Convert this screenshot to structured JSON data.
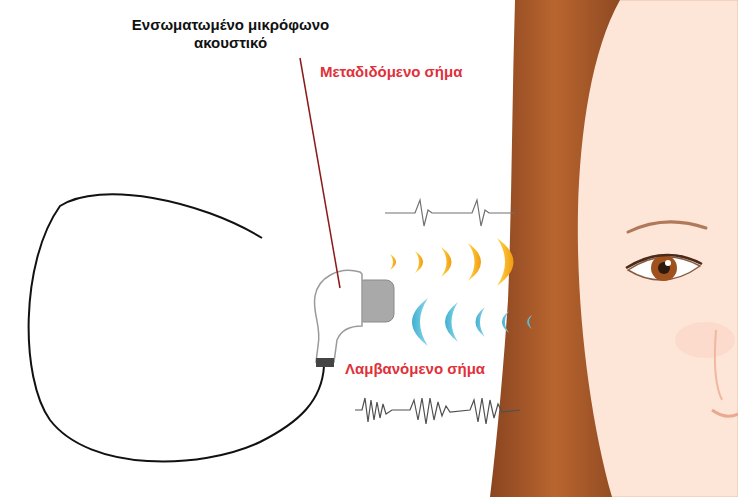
{
  "diagram": {
    "labels": [
      "Ενσωματωμένο μικρόφωνο ακουστικό",
      "Μεταδιδόμενο σήμα",
      "Λαμβανόμενο σήμα"
    ]
  }
}
